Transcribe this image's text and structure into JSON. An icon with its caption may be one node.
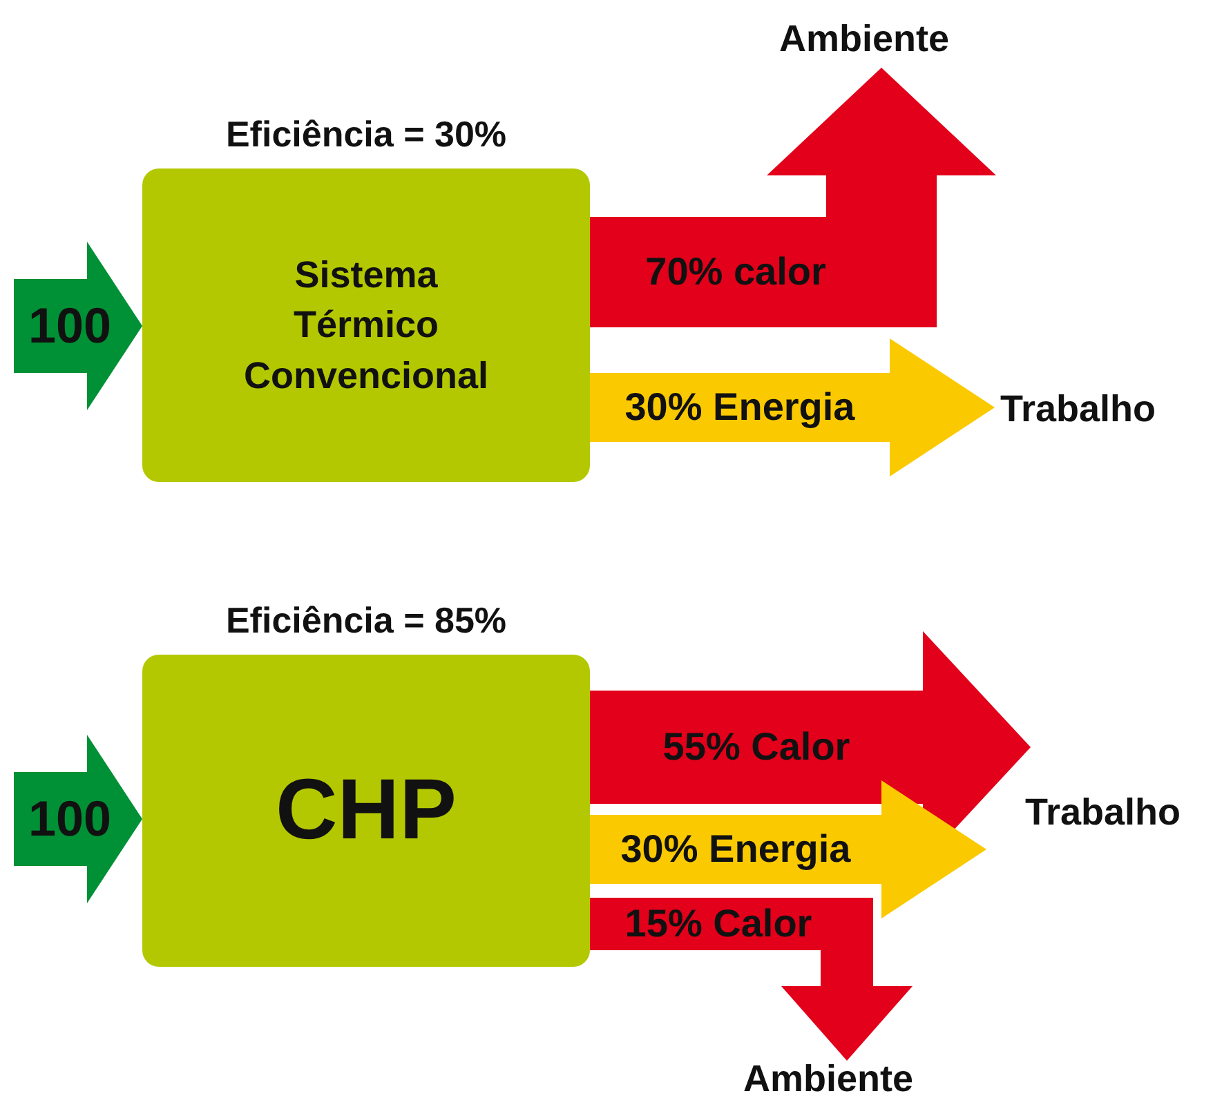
{
  "diagram": {
    "nodes": [
      {
        "text": [
          "Sistema Térmico Convencional"
        ],
        "beside": [
          "Eficiência = 30%"
        ]
      },
      {
        "text": [
          "Ambiente"
        ]
      },
      {
        "text": [
          "Trabalho"
        ]
      },
      {
        "text": [
          "CHP"
        ],
        "beside": [
          "Eficiência = 85%"
        ]
      },
      {
        "text": [
          "Trabalho"
        ]
      },
      {
        "text": [
          "Ambiente"
        ]
      }
    ],
    "edges": [
      {
        "from": null,
        "to": 0,
        "arrow": "to",
        "label": "100",
        "color": "#009035"
      },
      {
        "from": 0,
        "to": 1,
        "arrow": "to",
        "label": "70% calor",
        "color": "#e2001a"
      },
      {
        "from": 0,
        "to": 2,
        "arrow": "to",
        "label": "30% Energia",
        "color": "#fbc900"
      },
      {
        "from": null,
        "to": 3,
        "arrow": "to",
        "label": "100",
        "color": "#009035"
      },
      {
        "from": 3,
        "to": 4,
        "arrow": "to",
        "label": "55% Calor",
        "color": "#e2001a"
      },
      {
        "from": 3,
        "to": 4,
        "arrow": "to",
        "label": "30% Energia",
        "color": "#fbc900"
      },
      {
        "from": 3,
        "to": 5,
        "arrow": "to",
        "label": "15% Calor",
        "color": "#e2001a"
      }
    ]
  }
}
